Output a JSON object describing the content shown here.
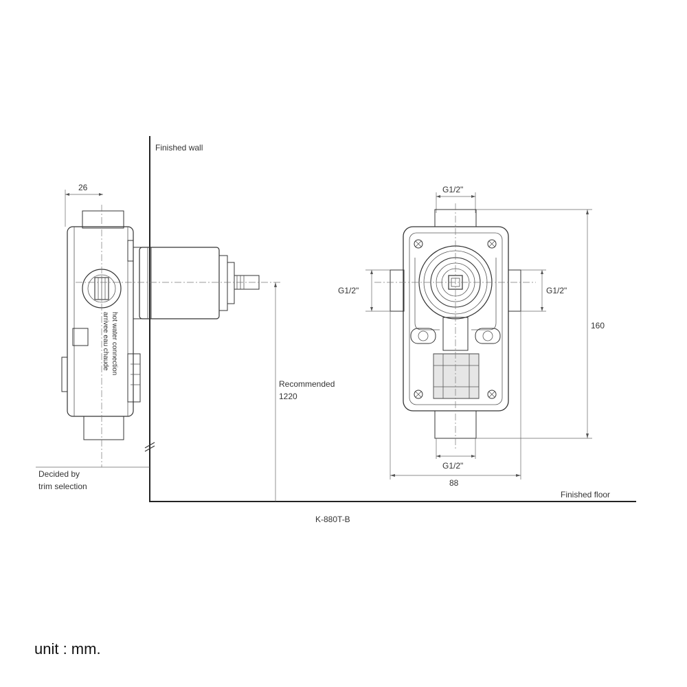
{
  "labels": {
    "finished_wall": "Finished wall",
    "dim_26": "26",
    "g12_top": "G1/2\"",
    "g12_left": "G1/2\"",
    "g12_right": "G1/2\"",
    "g12_bottom": "G1/2\"",
    "dim_160": "160",
    "dim_88": "88",
    "recommended": "Recommended",
    "recommended_value": "1220",
    "decided_line1": "Decided by",
    "decided_line2": "trim selection",
    "finished_floor": "Finished floor",
    "model": "K-880T-B",
    "body_text_line1": "hot water connection",
    "body_text_line2": "arrivee eau chaude"
  },
  "unit_note": "unit : mm."
}
